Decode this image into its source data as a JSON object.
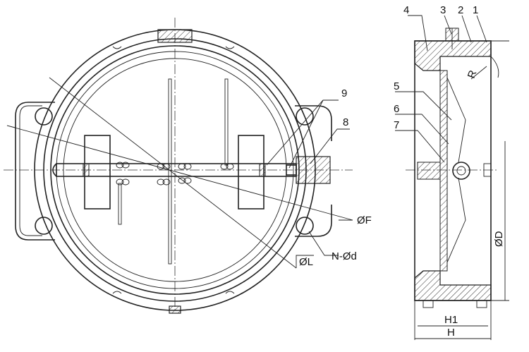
{
  "drawing": {
    "front_view_labels": {
      "seal_ref": "9",
      "pin_ref": "8",
      "dim_f": "ØF",
      "dim_l": "ØL",
      "dim_bolt": "N-Ød"
    },
    "side_view_labels": {
      "part_4": "4",
      "part_3": "3",
      "part_2": "2",
      "part_1": "1",
      "part_5": "5",
      "part_6": "6",
      "part_7": "7",
      "radius": "R",
      "dim_d": "ØD",
      "dim_h1": "H1",
      "dim_h": "H"
    }
  }
}
